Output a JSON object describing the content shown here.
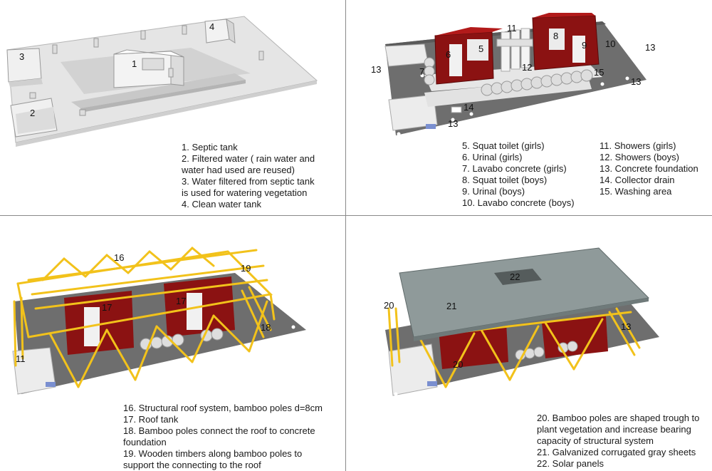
{
  "panels": [
    {
      "callouts": [
        "1",
        "2",
        "3",
        "4"
      ],
      "legend": [
        "1. Septic tank",
        "2. Filtered water ( rain water and",
        "water had used are reused)",
        "3. Water filtered from septic tank",
        "is used for watering vegetation",
        "4. Clean water tank"
      ]
    },
    {
      "callouts": [
        "5",
        "6",
        "7",
        "8",
        "9",
        "10",
        "11",
        "12",
        "13",
        "13",
        "13",
        "13",
        "14",
        "15"
      ],
      "legend_left": [
        "5. Squat toilet (girls)",
        "6. Urinal (girls)",
        "7. Lavabo concrete (girls)",
        "8. Squat toilet (boys)",
        "9. Urinal (boys)",
        "10. Lavabo concrete (boys)"
      ],
      "legend_right": [
        "11. Showers (girls)",
        "12. Showers (boys)",
        "13. Concrete foundation",
        "14. Collector drain",
        "15. Washing area"
      ]
    },
    {
      "callouts": [
        "16",
        "17",
        "17",
        "18",
        "19",
        "11"
      ],
      "legend": [
        "16. Structural roof system, bamboo poles d=8cm",
        "17. Roof tank",
        "18. Bamboo poles connect the roof to concrete",
        "foundation",
        "19. Wooden timbers along bamboo poles to",
        "support the connecting to the roof"
      ]
    },
    {
      "callouts": [
        "20",
        "20",
        "21",
        "22",
        "13"
      ],
      "legend": [
        "20. Bamboo poles are shaped trough to",
        "plant vegetation and increase bearing",
        "capacity of structural system",
        "21. Galvanized corrugated gray sheets",
        "22. Solar panels"
      ]
    }
  ],
  "colors": {
    "ground": "#6d6d6d",
    "slab": "#e6e6e6",
    "wall_red": "#8b1212",
    "bamboo": "#f2c21b",
    "roof": "#8f9a9a",
    "divider": "#8a8a8a"
  }
}
